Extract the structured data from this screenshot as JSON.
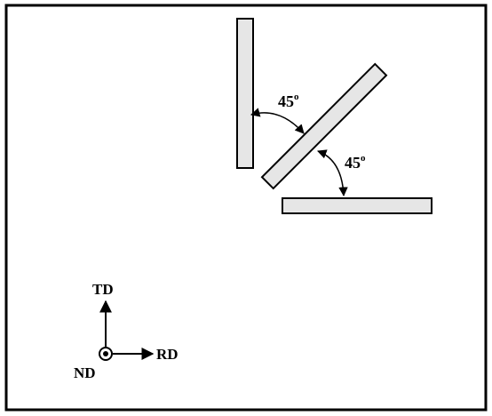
{
  "figure": {
    "angle_top": {
      "value": "45",
      "unit": "o"
    },
    "angle_right": {
      "value": "45",
      "unit": "o"
    },
    "axes": {
      "td": "TD",
      "rd": "RD",
      "nd": "ND"
    }
  },
  "colors": {
    "frame": "#000000",
    "sample_fill": "#e6e6e6",
    "sample_stroke": "#000000",
    "text": "#000000"
  }
}
